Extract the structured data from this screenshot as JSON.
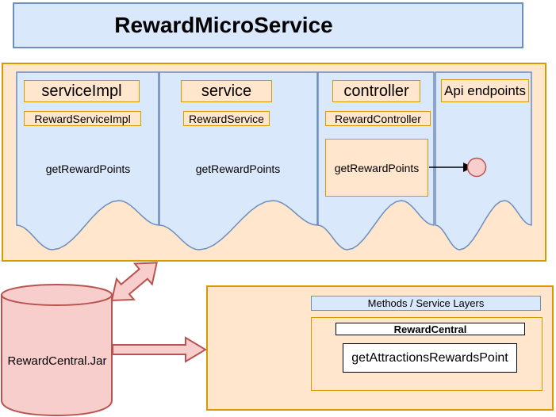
{
  "colors": {
    "blue_fill": "#dae8fc",
    "blue_border": "#6c8ebf",
    "orange_fill": "#ffe6cc",
    "orange_border": "#d79b00",
    "pink_fill": "#f8cecc",
    "pink_border": "#b85450",
    "black": "#000000"
  },
  "title": {
    "label": "RewardMicroService"
  },
  "layers": {
    "columns": [
      {
        "title": "serviceImpl",
        "class_name": "RewardServiceImpl",
        "method": "getRewardPoints"
      },
      {
        "title": "service",
        "class_name": "RewardService",
        "method": "getRewardPoints"
      },
      {
        "title": "controller",
        "class_name": "RewardController",
        "method": "getRewardPoints"
      },
      {
        "title": "Api endpoints"
      }
    ]
  },
  "database": {
    "label": "RewardCentral.Jar"
  },
  "service_layers_panel": {
    "header": "Methods / Service Layers",
    "class_name": "RewardCentral",
    "method": "getAttractionsRewardsPoint"
  }
}
